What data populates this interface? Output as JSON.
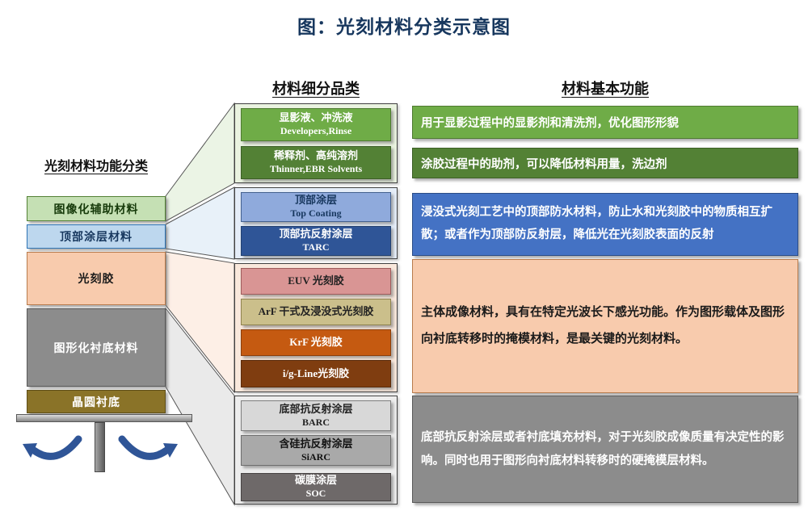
{
  "title": "图：光刻材料分类示意图",
  "headers": {
    "left": "光刻材料功能分类",
    "middle": "材料细分品类",
    "right": "材料基本功能"
  },
  "stack": {
    "items": [
      {
        "label": "图像化辅助材料"
      },
      {
        "label": "顶部涂层材料"
      },
      {
        "label": "光刻胶"
      },
      {
        "label": "图形化衬底材料"
      },
      {
        "label": "晶圆衬底"
      }
    ]
  },
  "subcategories": {
    "groups": [
      {
        "name": "imaging-auxiliary",
        "items": [
          {
            "cn": "显影液、冲洗液",
            "en": "Developers,Rinse"
          },
          {
            "cn": "稀释剂、高纯溶剂",
            "en": "Thinner,EBR Solvents"
          }
        ]
      },
      {
        "name": "top-coating",
        "items": [
          {
            "cn": "顶部涂层",
            "en": "Top Coating"
          },
          {
            "cn": "顶部抗反射涂层",
            "en": "TARC"
          }
        ]
      },
      {
        "name": "photoresist",
        "items": [
          {
            "cn": "EUV 光刻胶"
          },
          {
            "cn": "ArF 干式及浸没式光刻胶"
          },
          {
            "cn": "KrF 光刻胶"
          },
          {
            "cn": "i/g-Line光刻胶"
          }
        ]
      },
      {
        "name": "substrate",
        "items": [
          {
            "cn": "底部抗反射涂层",
            "en": "BARC"
          },
          {
            "cn": "含硅抗反射涂层",
            "en": "SiARC"
          },
          {
            "cn": "碳膜涂层",
            "en": "SOC"
          }
        ]
      }
    ]
  },
  "functions": {
    "items": [
      {
        "text": "用于显影过程中的显影剂和清洗剂，优化图形形貌"
      },
      {
        "text": "涂胶过程中的助剂，可以降低材料用量，洗边剂"
      },
      {
        "text": "浸没式光刻工艺中的顶部防水材料，防止水和光刻胶中的物质相互扩散；或者作为顶部防反射层，降低光在光刻胶表面的反射"
      },
      {
        "text": "主体成像材料，具有在特定光波长下感光功能。作为图形载体及图形向衬底转移时的掩模材料，是最关键的光刻材料。"
      },
      {
        "text": "底部抗反射涂层或者衬底填充材料，对于光刻胶成像质量有决定性的影响。同时也用于图形向衬底材料转移时的硬掩模层材料。"
      }
    ]
  },
  "colors": {
    "title_navy": "#17375E",
    "green": "#6FAC47",
    "dark_green": "#538135",
    "light_green": "#C5E0B4",
    "light_blue": "#BDD7EE",
    "periwinkle": "#8FAADC",
    "dark_blue": "#2F5597",
    "function_blue": "#4472C4",
    "peach": "#F8CBAD",
    "rose": "#D99594",
    "tan": "#CBBF8B",
    "orange": "#C55A11",
    "brown": "#7F3D10",
    "gray": "#8C8C8C",
    "olive_gold": "#8A7328",
    "arrow_blue": "#2F5597"
  }
}
